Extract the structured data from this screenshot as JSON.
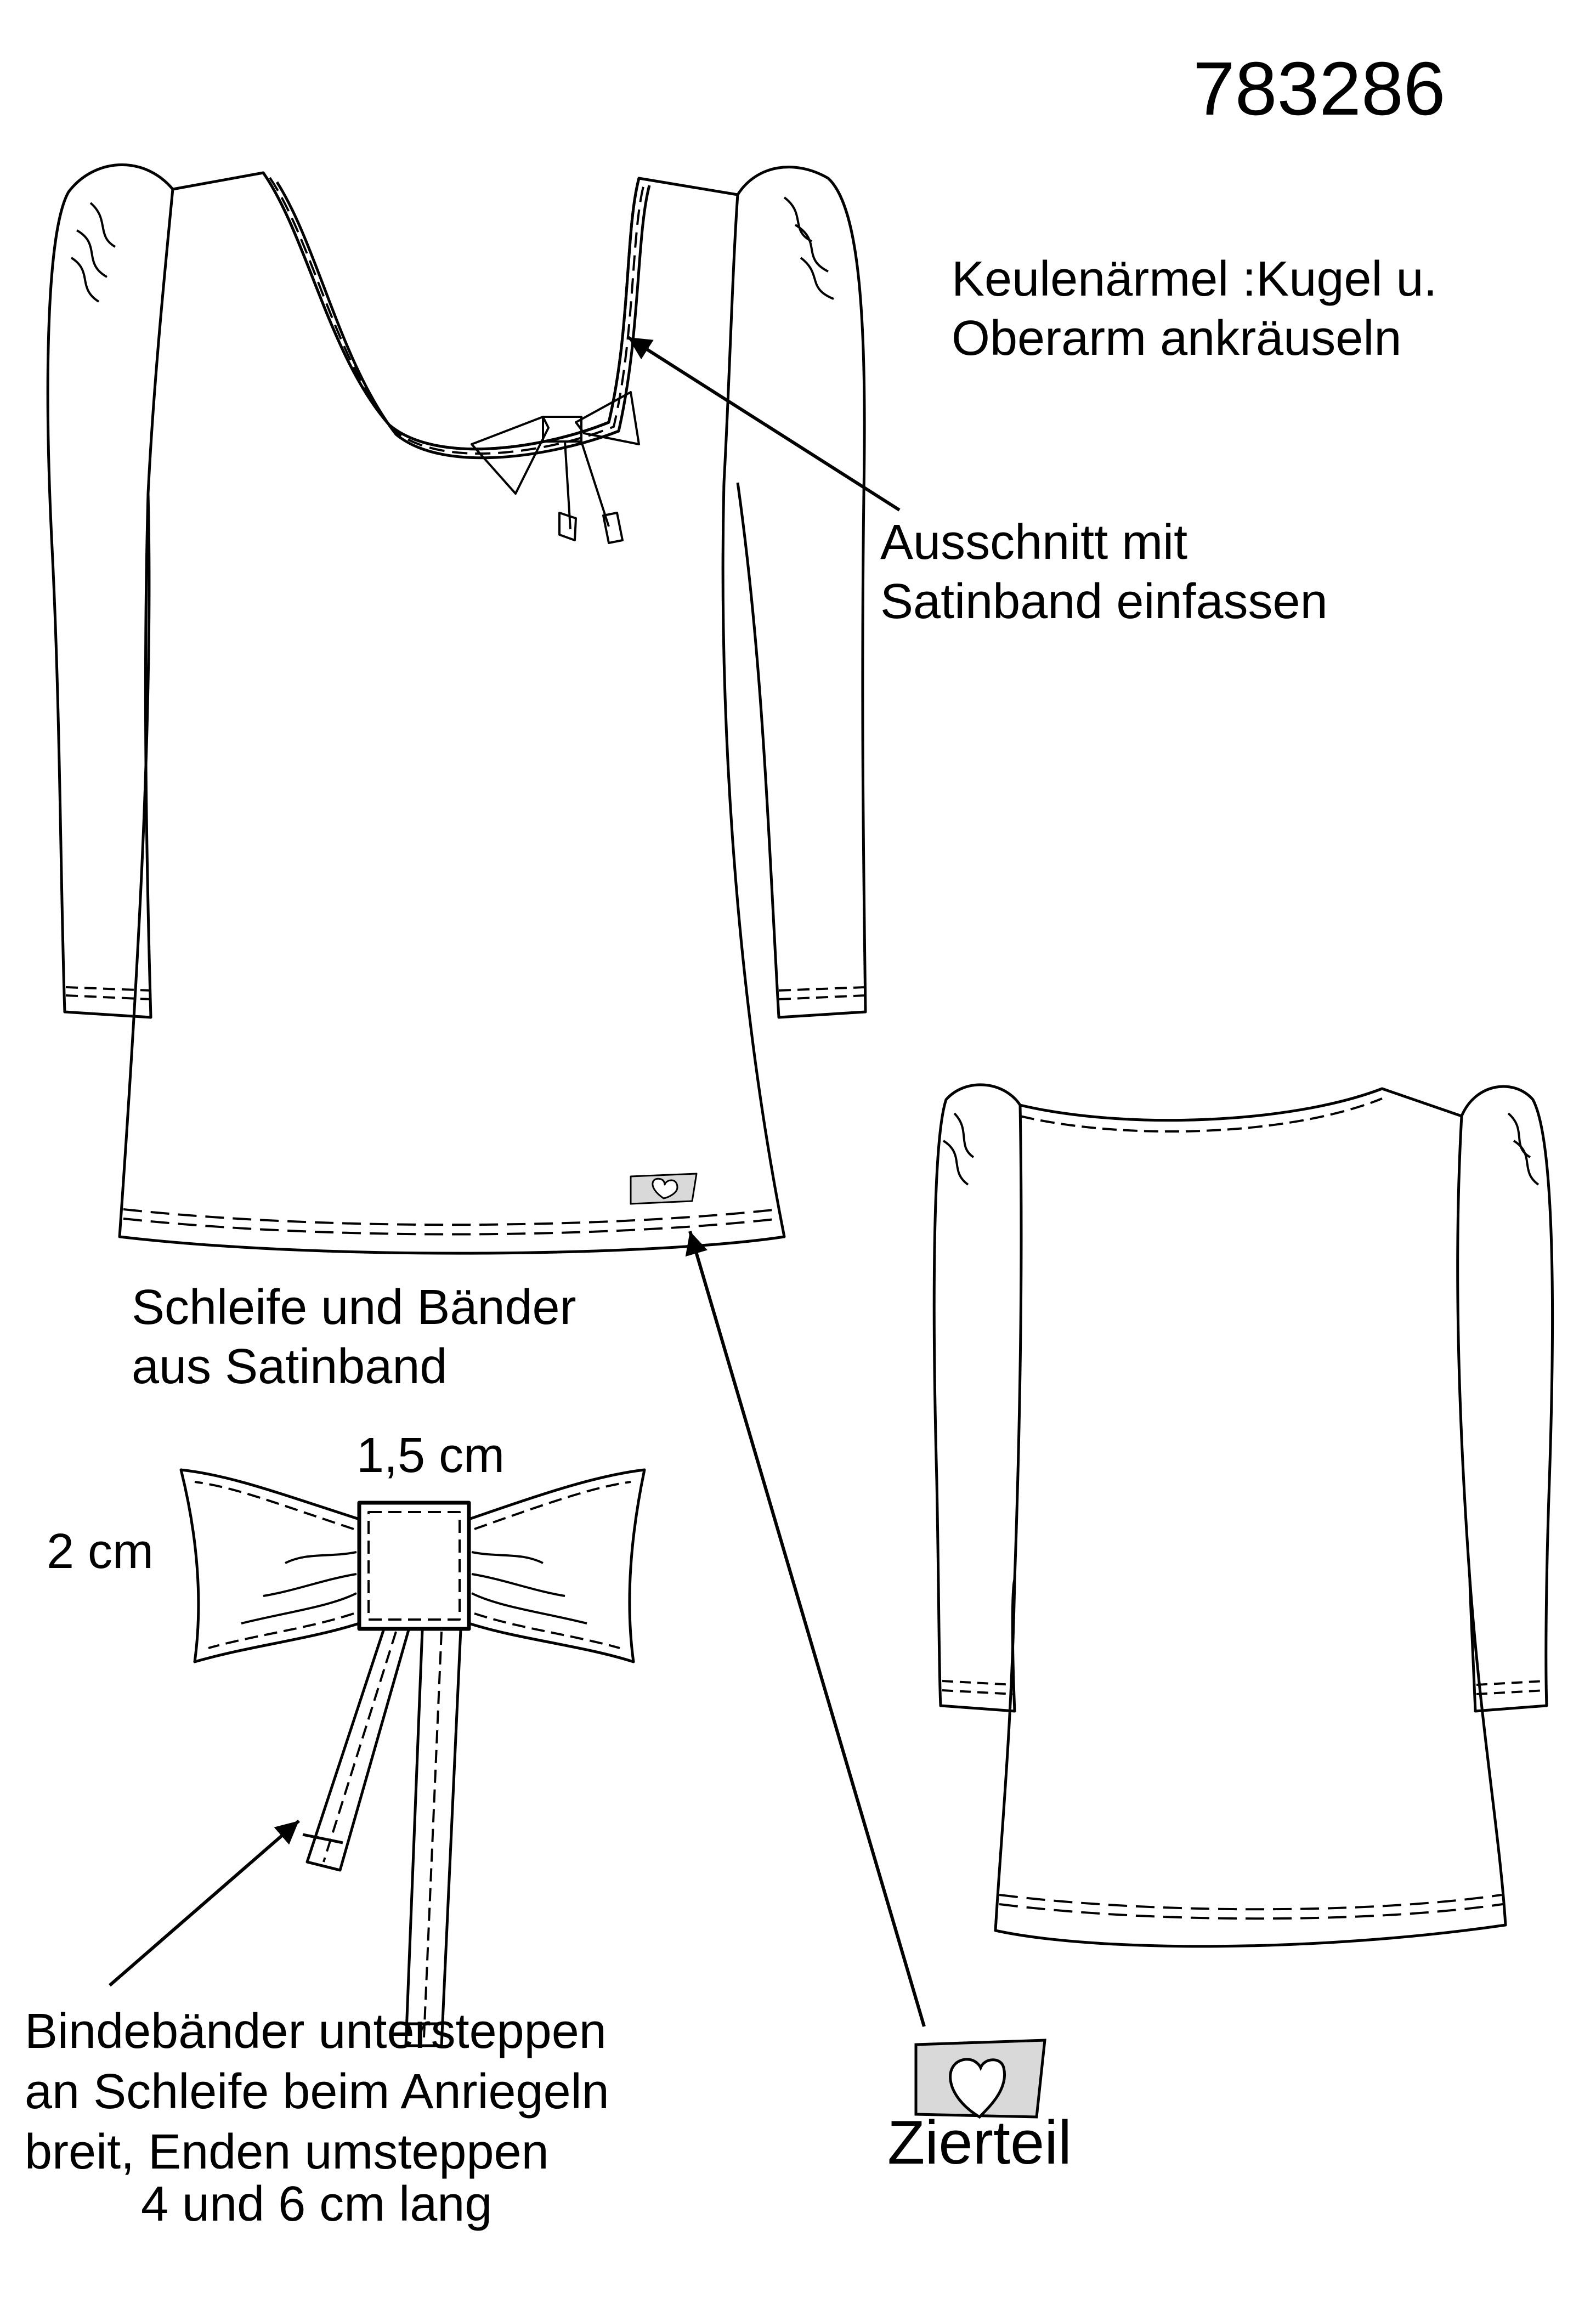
{
  "style_number": "783286",
  "notes": {
    "sleeves": [
      "Keulenärmel :Kugel u.",
      "Oberarm ankräuseln"
    ],
    "neckline": [
      "Ausschnitt mit",
      "Satinband einfassen"
    ],
    "bow_material": [
      "Schleife und Bänder",
      "aus Satinband"
    ],
    "ties": [
      "Bindebänder untersteppen",
      "an Schleife beim Anriegeln",
      "breit, Enden umsteppen"
    ],
    "tie_length": "4 und 6 cm lang"
  },
  "bow_dimensions": {
    "knot_width": "1,5 cm",
    "bow_height": "2 cm"
  },
  "ornament_label": "Zierteil",
  "colors": {
    "line": "#000000",
    "ornament_fill": "#d9d9d9",
    "background": "#ffffff"
  }
}
